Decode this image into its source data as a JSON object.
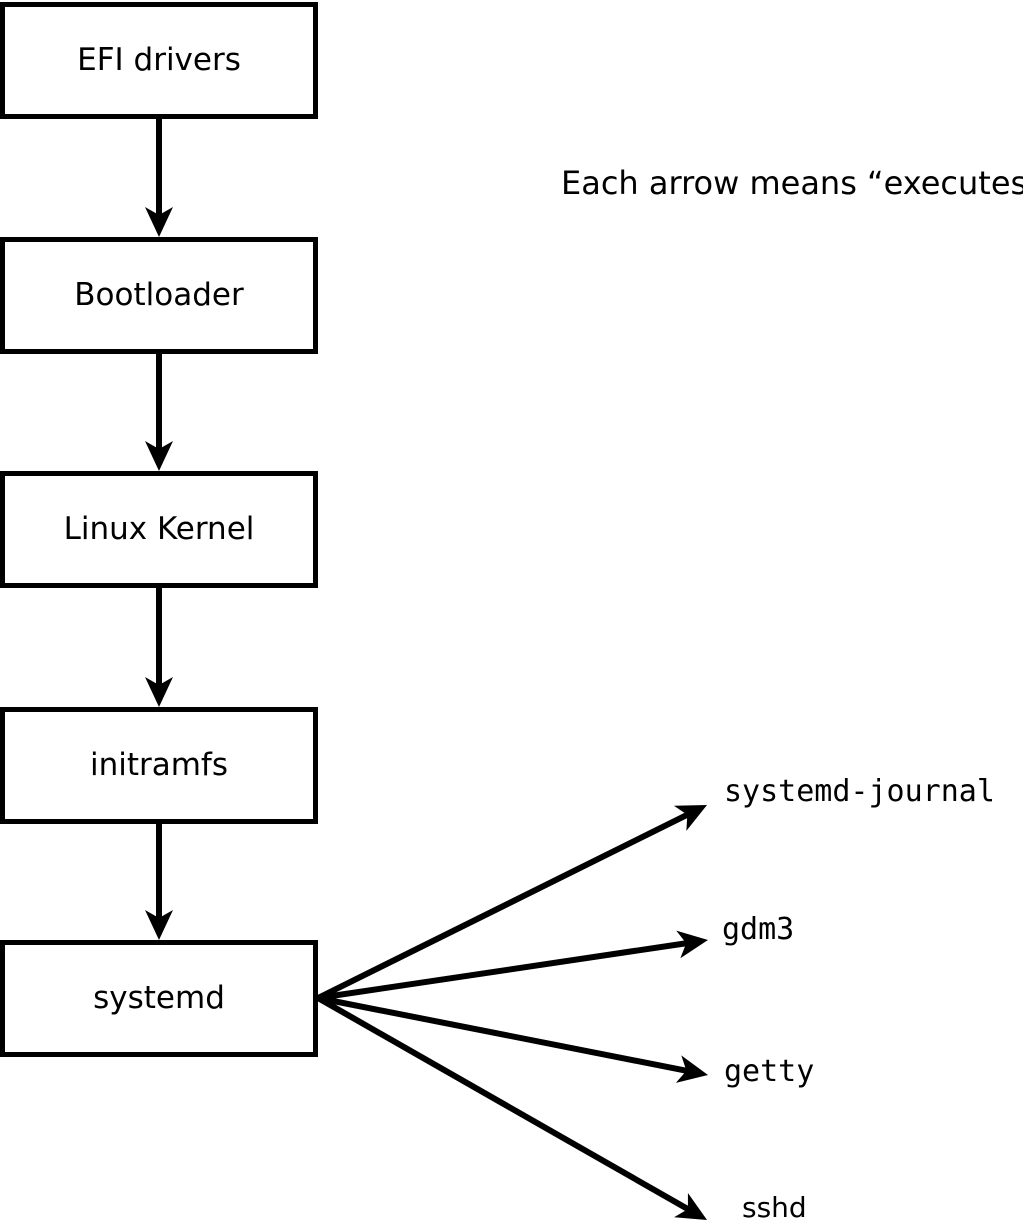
{
  "annotation": {
    "text": "Each arrow means “executes”."
  },
  "boot_chain": [
    {
      "label": "EFI drivers"
    },
    {
      "label": "Bootloader"
    },
    {
      "label": "Linux Kernel"
    },
    {
      "label": "initramfs"
    },
    {
      "label": "systemd"
    }
  ],
  "services": [
    {
      "label": "systemd-journal"
    },
    {
      "label": "gdm3"
    },
    {
      "label": "getty"
    },
    {
      "label": "sshd"
    }
  ],
  "colors": {
    "line": "#000000",
    "box_border": "#000000",
    "box_fill": "#ffffff",
    "background": "#ffffff",
    "text": "#000000"
  }
}
